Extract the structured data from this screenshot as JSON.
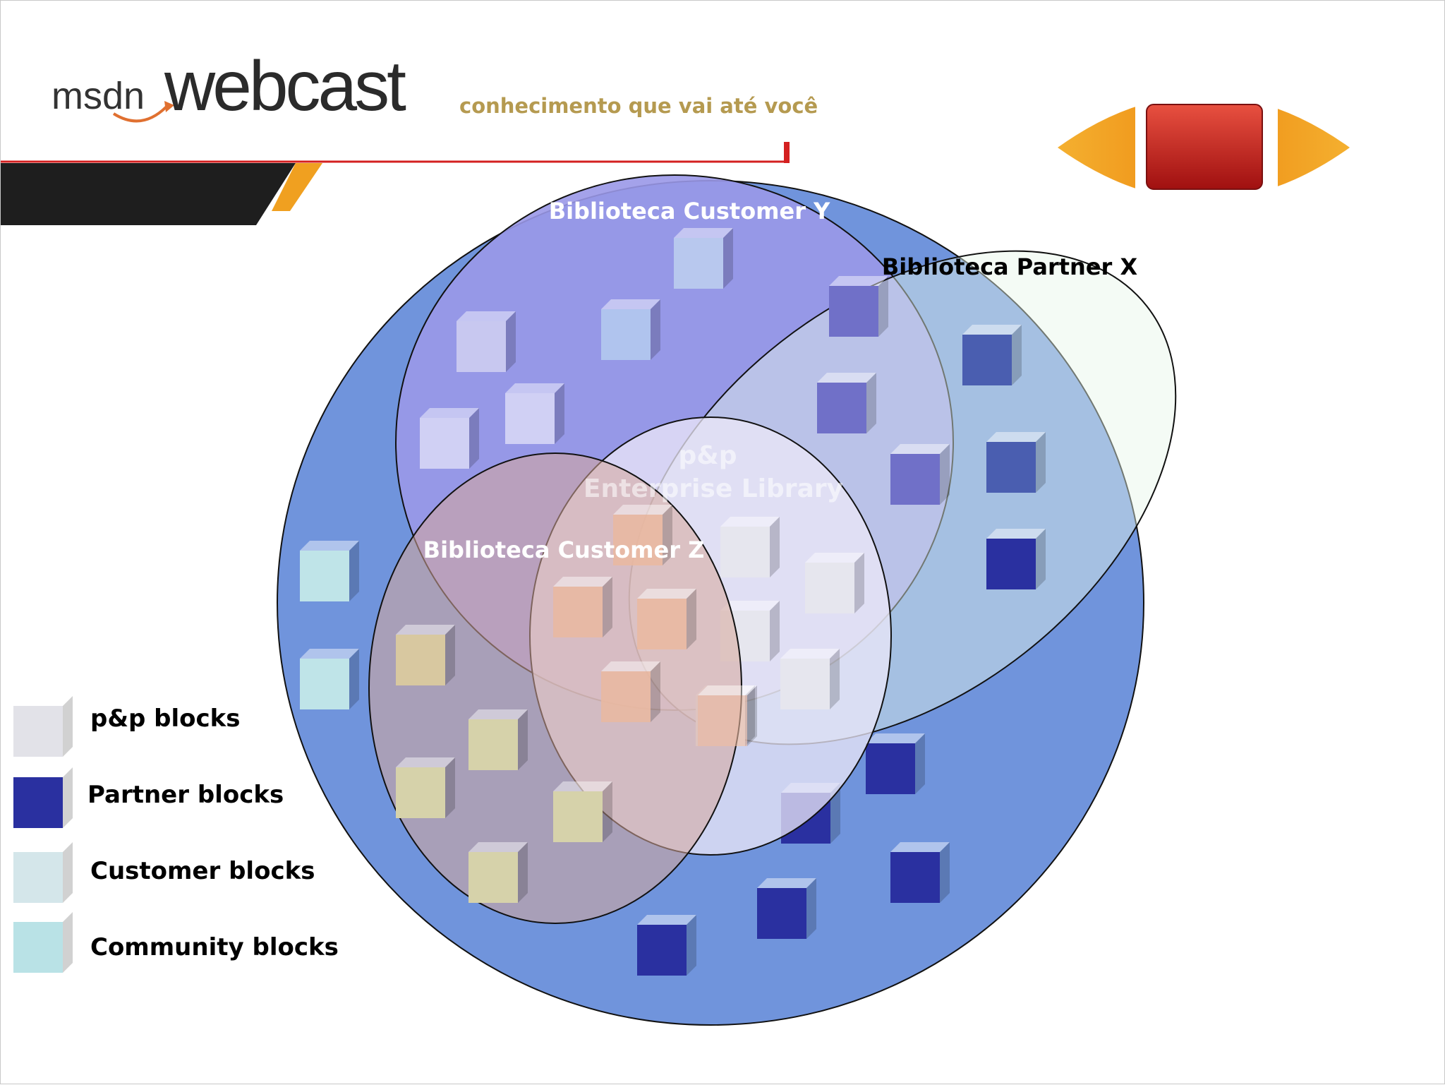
{
  "header": {
    "brand_prefix": "msdn",
    "brand_name": "webcast",
    "tagline": "conhecimento que vai até você"
  },
  "diagram": {
    "customer_y_label": "Biblioteca Customer Y",
    "partner_x_label": "Biblioteca Partner X",
    "customer_z_label": "Biblioteca Customer Z",
    "enterprise_label_line1": "p&p",
    "enterprise_label_line2": "Enterprise Library"
  },
  "legend": {
    "items": [
      {
        "label": "p&p blocks",
        "color": "#e2e2e8"
      },
      {
        "label": "Partner blocks",
        "color": "#2a30a0"
      },
      {
        "label": "Customer blocks",
        "color": "#d4e6ea"
      },
      {
        "label": "Community blocks",
        "color": "#b9e2e6"
      }
    ]
  },
  "colors": {
    "outer_circle": "#7094dc",
    "customer_y": "#9a98e8",
    "partner_x": "#e6f6e8",
    "customer_z": "#d7a79a",
    "enterprise": "#ece8f8",
    "accent_orange": "#f0a020",
    "accent_red": "#d82020"
  }
}
